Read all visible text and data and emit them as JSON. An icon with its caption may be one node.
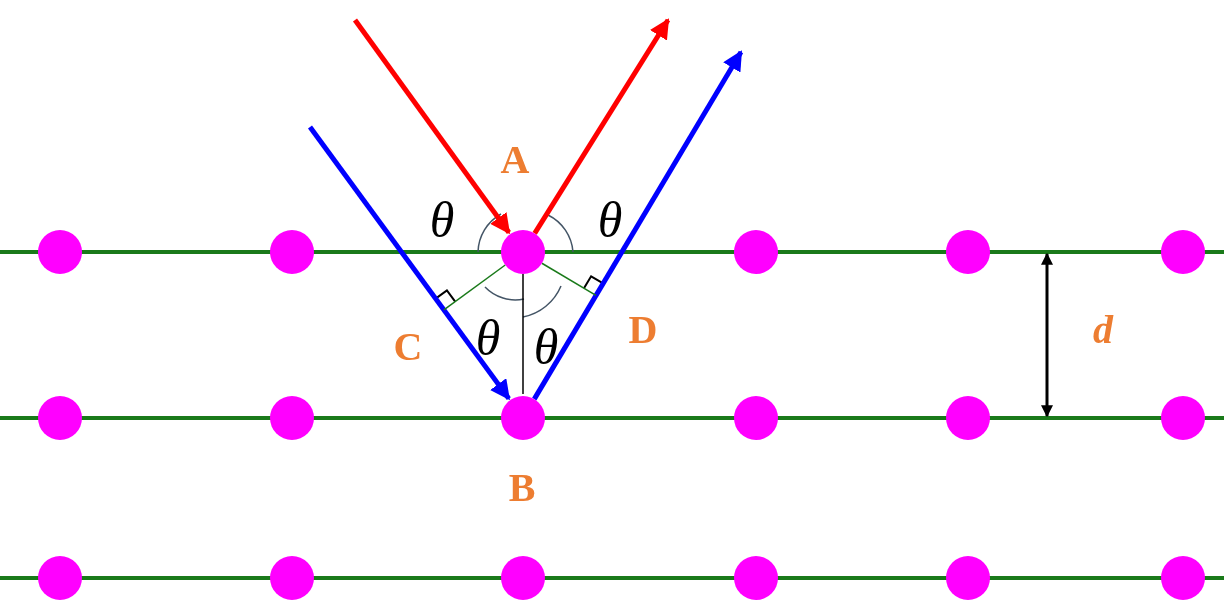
{
  "diagram": {
    "nodes": [
      {
        "text": [],
        "shape": "circle"
      },
      {
        "text": [],
        "shape": "circle"
      },
      {
        "text": [],
        "shape": "circle",
        "beside": [
          "A"
        ]
      },
      {
        "text": [],
        "shape": "circle"
      },
      {
        "text": [],
        "shape": "circle"
      },
      {
        "text": [],
        "shape": "circle"
      },
      {
        "text": [],
        "shape": "circle"
      },
      {
        "text": [],
        "shape": "circle"
      },
      {
        "text": [],
        "shape": "circle",
        "beside": [
          "B"
        ]
      },
      {
        "text": [],
        "shape": "circle"
      },
      {
        "text": [],
        "shape": "circle"
      },
      {
        "text": [],
        "shape": "circle"
      },
      {
        "text": [],
        "shape": "circle"
      },
      {
        "text": [],
        "shape": "circle"
      },
      {
        "text": [],
        "shape": "circle"
      },
      {
        "text": [],
        "shape": "circle"
      },
      {
        "text": [],
        "shape": "circle"
      },
      {
        "text": [],
        "shape": "circle"
      }
    ],
    "edges": [
      {
        "from": null,
        "to": 2,
        "arrow": "to",
        "color": "#ff0000"
      },
      {
        "from": 2,
        "to": null,
        "arrow": "to",
        "color": "#ff0000"
      },
      {
        "from": null,
        "to": 8,
        "arrow": "to",
        "color": "#0000ff"
      },
      {
        "from": 8,
        "to": null,
        "arrow": "to",
        "color": "#0000ff"
      },
      {
        "from": 2,
        "to": 8,
        "arrow": "none",
        "color": "#000000"
      },
      {
        "from": 2,
        "to": null,
        "arrow": "none",
        "color": "#1a7a1a"
      },
      {
        "from": 2,
        "to": null,
        "arrow": "none",
        "color": "#1a7a1a"
      }
    ],
    "labels": [
      "θ",
      "θ",
      "C",
      "θ",
      "θ",
      "D",
      "d"
    ]
  }
}
